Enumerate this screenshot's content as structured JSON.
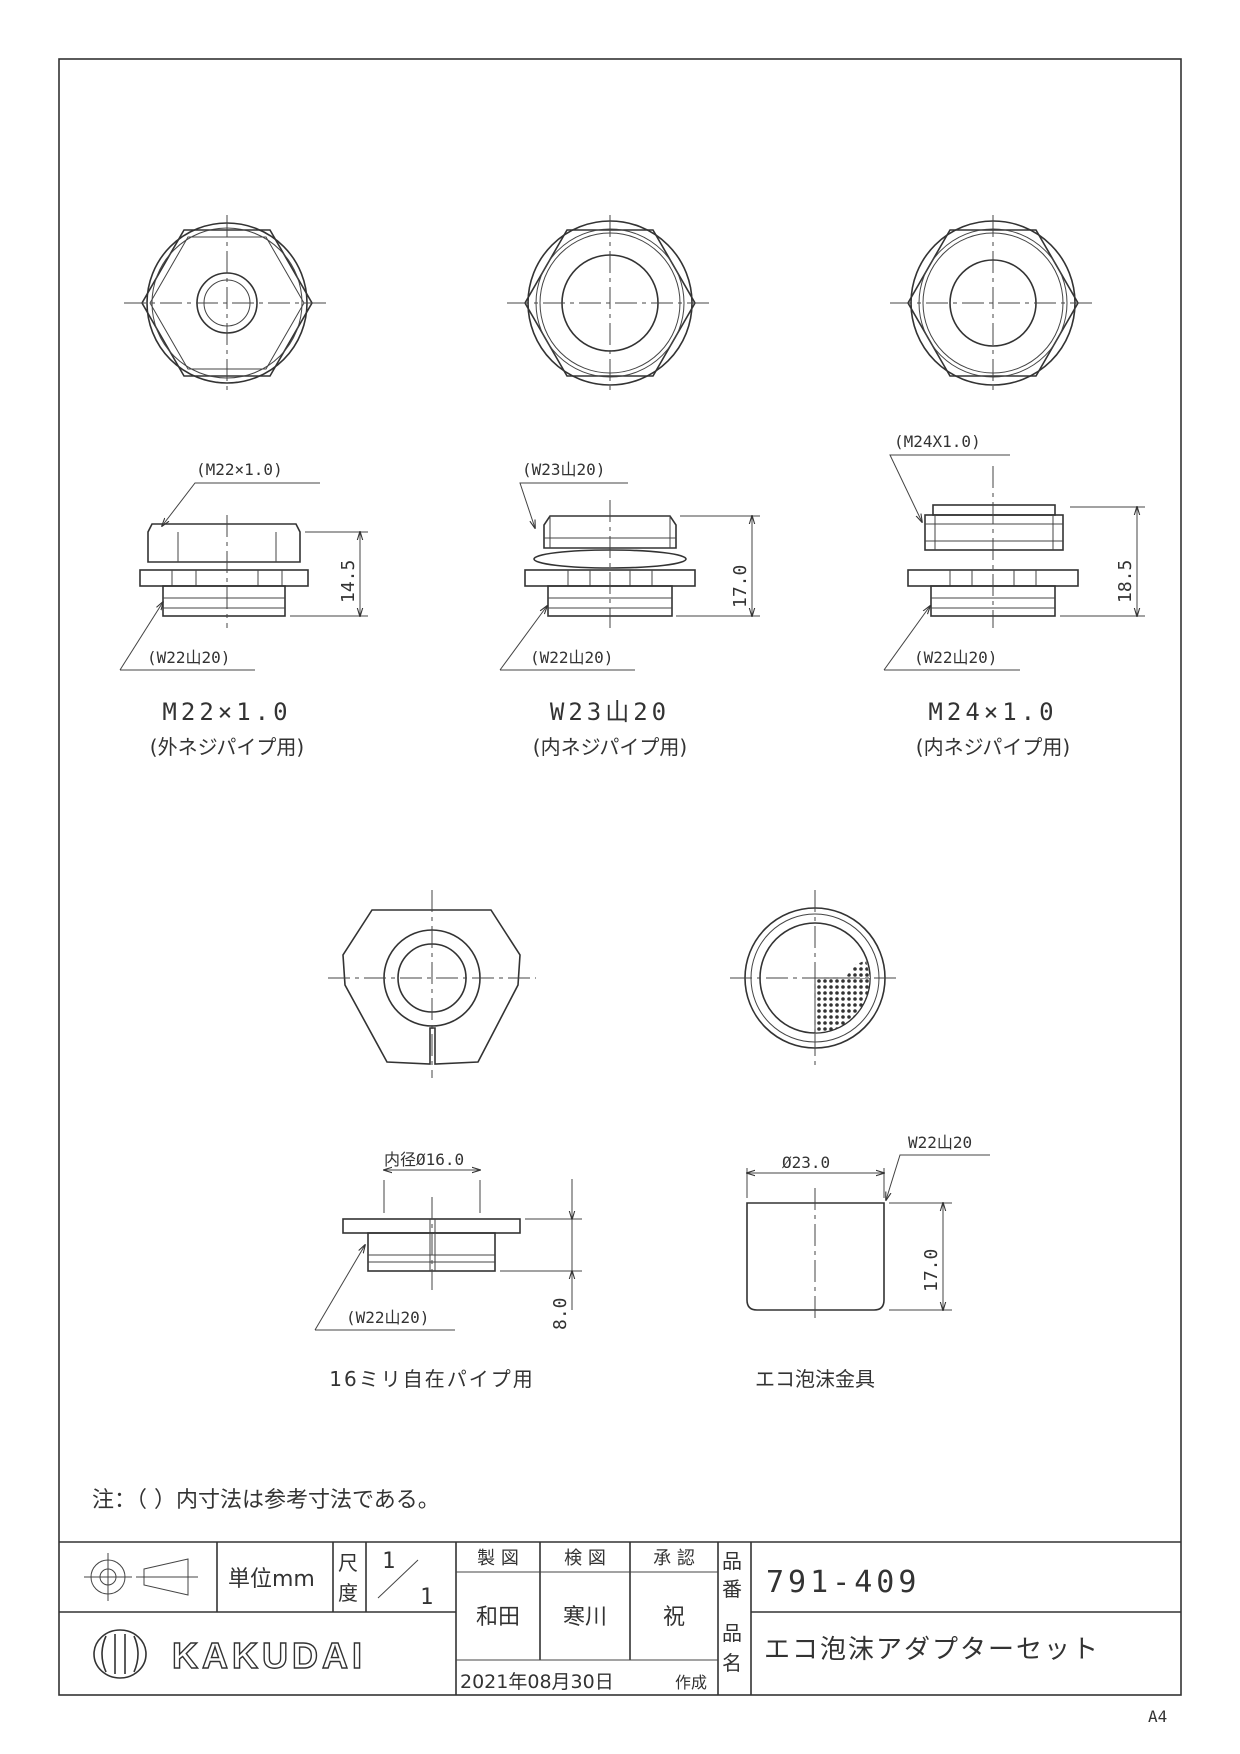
{
  "parts": [
    {
      "name": "M22×1.0",
      "usage": "(外ネジパイプ用)",
      "top_thread": "(M22×1.0)",
      "bottom_thread": "(W22山20)",
      "height": "14.5"
    },
    {
      "name": "W23山20",
      "usage": "(内ネジパイプ用)",
      "top_thread": "(W23山20)",
      "bottom_thread": "(W22山20)",
      "height": "17.0"
    },
    {
      "name": "M24×1.0",
      "usage": "(内ネジパイプ用)",
      "top_thread": "(M24X1.0)",
      "bottom_thread": "(W22山20)",
      "height": "18.5"
    },
    {
      "name": "16ミリ自在パイプ用",
      "inner_dia": "内径Ø16.0",
      "bottom_thread": "(W22山20)",
      "height": "8.0"
    },
    {
      "name": "エコ泡沫金具",
      "outer_dia": "Ø23.0",
      "thread": "W22山20",
      "height": "17.0"
    }
  ],
  "note": "注：（ ）内寸法は参考寸法である。",
  "title_block": {
    "unit": "単位mm",
    "scale_label_1": "尺",
    "scale_label_2": "度",
    "scale_num": "1",
    "scale_den": "1",
    "drawn_label": "製 図",
    "checked_label": "検 図",
    "approved_label": "承 認",
    "drawn_by": "和田",
    "checked_by": "寒川",
    "approved_by": "祝",
    "date": "2021年08月30日",
    "date_suffix": "作成",
    "part_no_label_1": "品",
    "part_no_label_2": "番",
    "part_no": "791-409",
    "part_name_label_1": "品",
    "part_name_label_2": "名",
    "part_name": "エコ泡沫アダプターセット",
    "company": "KAKUDAI"
  },
  "paper_size": "A4"
}
